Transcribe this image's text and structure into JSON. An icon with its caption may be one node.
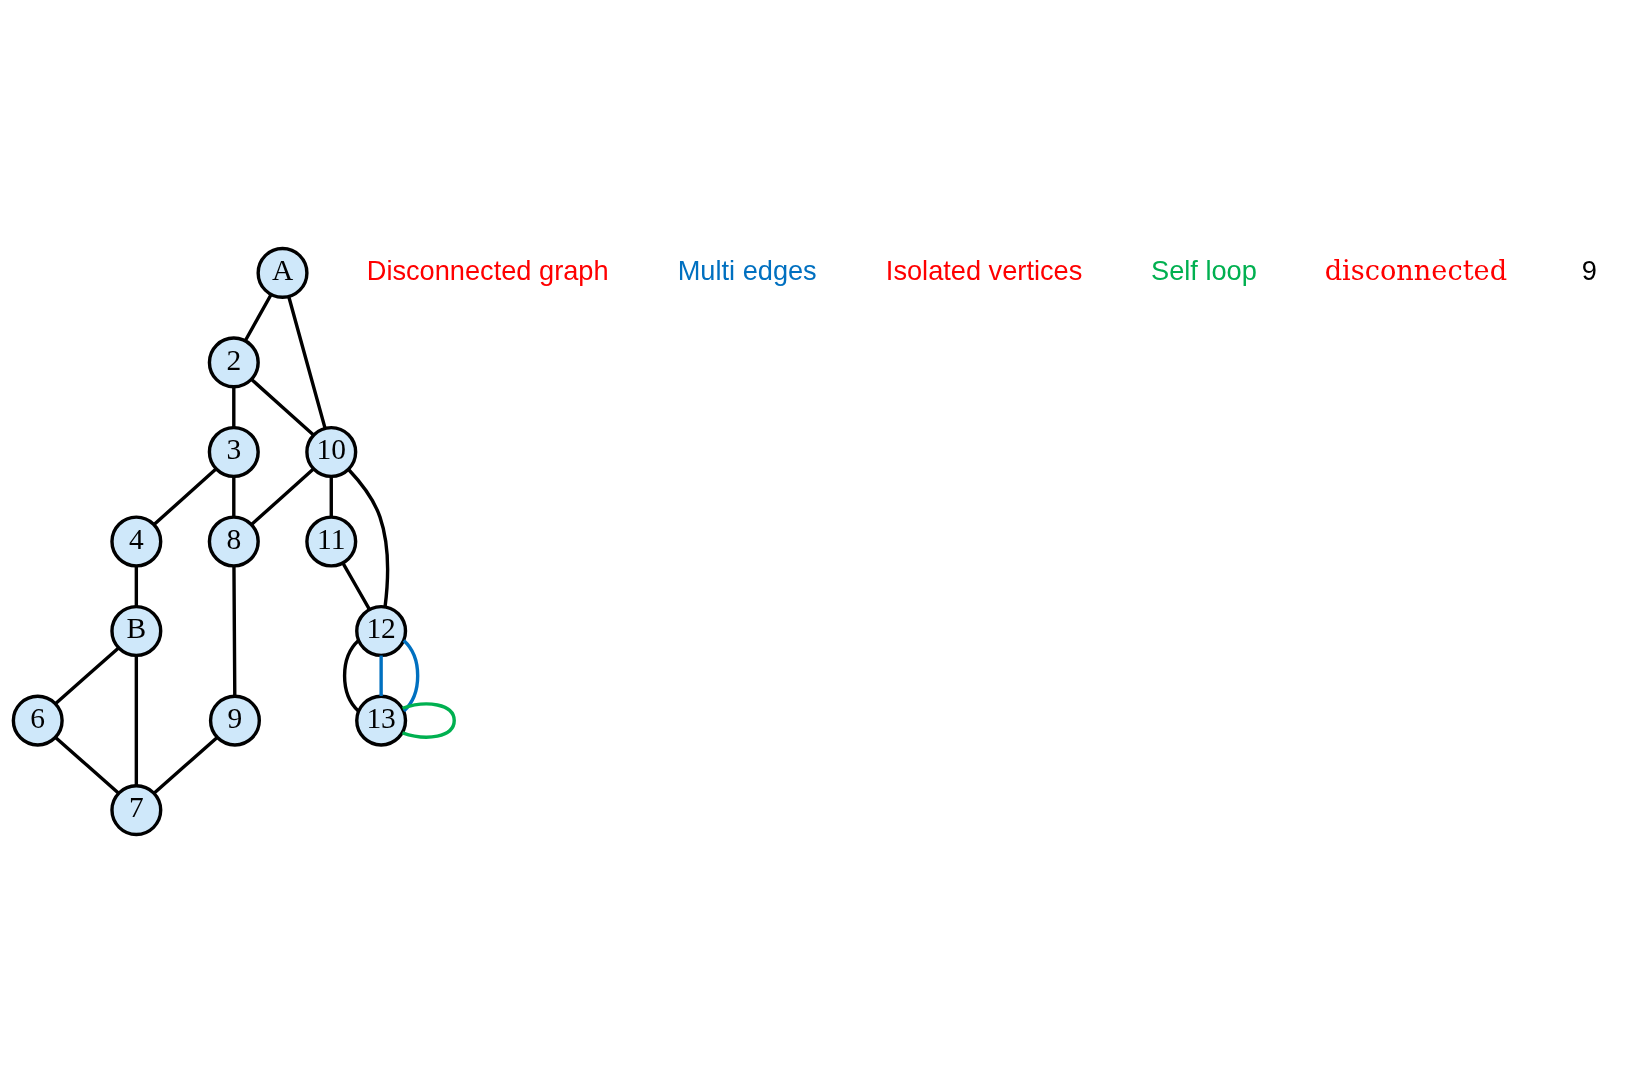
{
  "diagram": {
    "nodes": [
      {
        "text": [
          "A"
        ]
      },
      {
        "text": [
          "2"
        ]
      },
      {
        "text": [
          "3"
        ]
      },
      {
        "text": [
          "10"
        ]
      },
      {
        "text": [
          "4"
        ]
      },
      {
        "text": [
          "8"
        ]
      },
      {
        "text": [
          "11"
        ]
      },
      {
        "text": [
          "12"
        ]
      },
      {
        "text": [
          "13"
        ]
      },
      {
        "text": [
          "B"
        ]
      },
      {
        "text": [
          "9"
        ]
      },
      {
        "text": [
          "6"
        ]
      },
      {
        "text": [
          "7"
        ]
      }
    ],
    "edges": [
      {
        "from": 0,
        "to": 1,
        "arrow": "none"
      },
      {
        "from": 0,
        "to": 3,
        "arrow": "none"
      },
      {
        "from": 1,
        "to": 3,
        "arrow": "none"
      },
      {
        "from": 1,
        "to": 2,
        "arrow": "none"
      },
      {
        "from": 2,
        "to": 4,
        "arrow": "none"
      },
      {
        "from": 2,
        "to": 5,
        "arrow": "none"
      },
      {
        "from": 3,
        "to": 5,
        "arrow": "none"
      },
      {
        "from": 3,
        "to": 6,
        "arrow": "none"
      },
      {
        "from": 3,
        "to": 7,
        "arrow": "none"
      },
      {
        "from": 6,
        "to": 7,
        "arrow": "none"
      },
      {
        "from": 7,
        "to": 8,
        "arrow": "none"
      },
      {
        "from": 7,
        "to": 8,
        "arrow": "none",
        "color": "#0070c0"
      },
      {
        "from": 7,
        "to": 8,
        "arrow": "none",
        "color": "#0070c0"
      },
      {
        "from": 8,
        "to": 8,
        "arrow": "none",
        "color": "#00b050"
      },
      {
        "from": 4,
        "to": 9,
        "arrow": "none"
      },
      {
        "from": 5,
        "to": 10,
        "arrow": "none"
      },
      {
        "from": 9,
        "to": 11,
        "arrow": "none"
      },
      {
        "from": 9,
        "to": 12,
        "arrow": "none"
      },
      {
        "from": 11,
        "to": 12,
        "arrow": "none"
      },
      {
        "from": 10,
        "to": 12,
        "arrow": "none"
      }
    ],
    "labels": [
      "Disconnected graph",
      "Multi edges",
      "Isolated vertices",
      "Self loop",
      "disconnected",
      "9"
    ]
  }
}
